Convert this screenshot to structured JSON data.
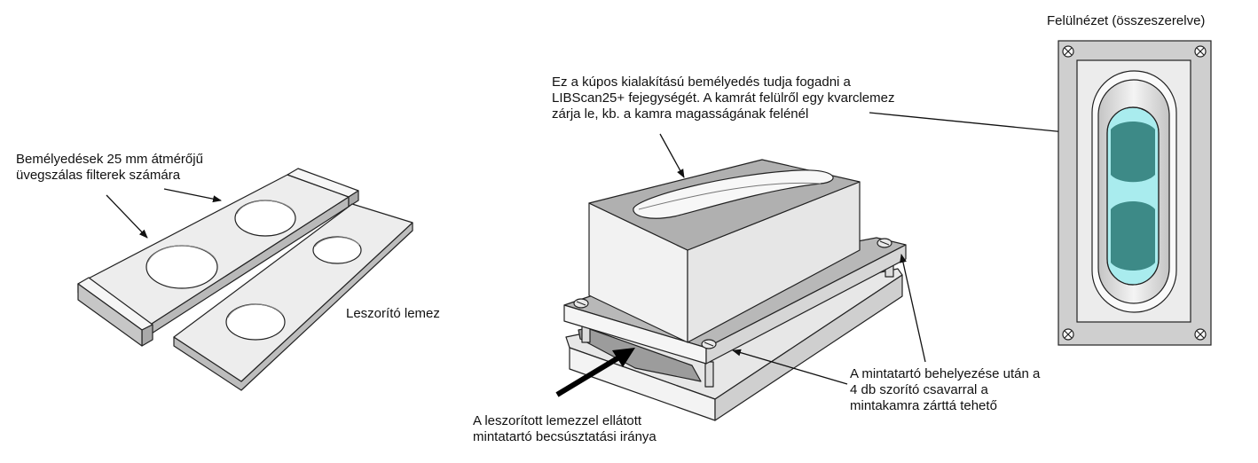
{
  "labels": {
    "grooves": {
      "line1": "Bemélyedések 25 mm átmérőjű",
      "line2": "üvegszálas filterek számára"
    },
    "clamp_plate": "Leszorító lemez",
    "cone": {
      "line1": "Ez a kúpos kialakítású bemélyedés tudja fogadni a",
      "line2": "LIBScan25+ fejegységét. A kamrát felülről egy kvarclemez",
      "line3": "zárja le, kb. a kamra magasságának felénél"
    },
    "top_view": "Felülnézet (összeszerelve)",
    "seal": {
      "line1": "A mintatartó behelyezése után a",
      "line2": "4 db szorító csavarral a",
      "line3": "mintakamra zárttá tehető"
    },
    "insert_direction": {
      "line1": "A leszorított lemezzel ellátott",
      "line2": "mintatartó becsúsztatási iránya"
    }
  },
  "colors": {
    "face_light": "#f2f2f2",
    "face_mid": "#e3e3e3",
    "face_dark": "#b9b9b9",
    "outline": "#222222",
    "quartz_teal": "#3d8a87",
    "quartz_light": "#a9ecee"
  }
}
